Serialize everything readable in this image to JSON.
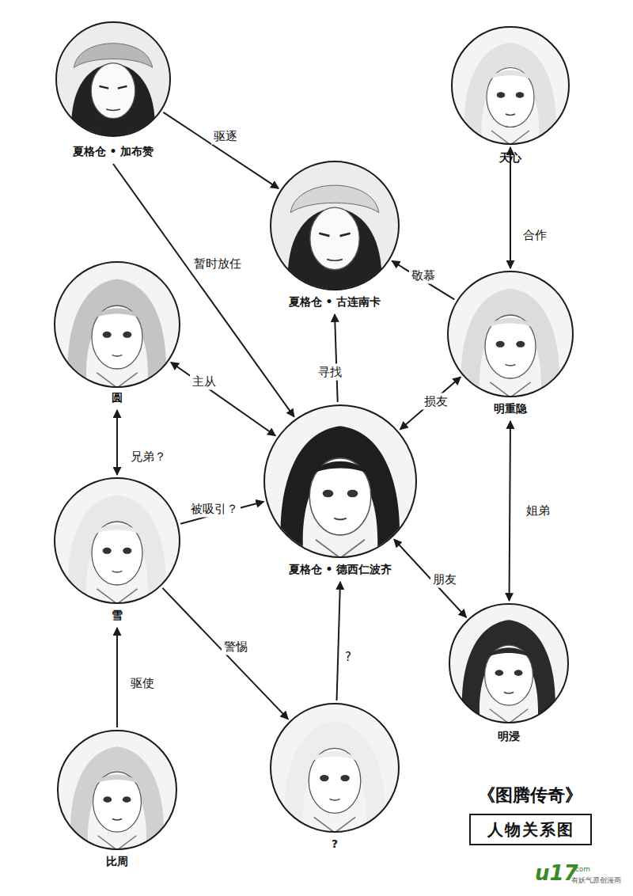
{
  "diagram": {
    "title": "《图腾传奇》",
    "nodes": [
      {
        "text": [
          "夏格仓 • 加布赞"
        ]
      },
      {
        "text": [
          "天心"
        ]
      },
      {
        "text": [
          "夏格仓 • 古连南卡"
        ]
      },
      {
        "text": [
          "圆"
        ]
      },
      {
        "text": [
          "明重隐"
        ]
      },
      {
        "text": [
          "夏格仓 • 德西仁波齐"
        ]
      },
      {
        "text": [
          "雪"
        ]
      },
      {
        "text": [
          "明浸"
        ]
      },
      {
        "text": [
          "比周"
        ]
      },
      {
        "text": [
          "?"
        ]
      },
      {
        "text": [
          "人物关系图"
        ]
      }
    ],
    "edges": [
      {
        "from": 0,
        "to": 2,
        "label": "驱逐",
        "arrow": "to"
      },
      {
        "from": 0,
        "to": 5,
        "label": "暂时放任",
        "arrow": "to"
      },
      {
        "from": 1,
        "to": 4,
        "label": "合作",
        "arrow": "both"
      },
      {
        "from": 4,
        "to": 2,
        "label": "敬慕",
        "arrow": "to"
      },
      {
        "from": 5,
        "to": 2,
        "label": "寻找",
        "arrow": "to"
      },
      {
        "from": 3,
        "to": 5,
        "label": "主从",
        "arrow": "both"
      },
      {
        "from": 5,
        "to": 4,
        "label": "损友",
        "arrow": "both"
      },
      {
        "from": 3,
        "to": 6,
        "label": "兄弟？",
        "arrow": "both"
      },
      {
        "from": 6,
        "to": 5,
        "label": "被吸引？",
        "arrow": "to"
      },
      {
        "from": 4,
        "to": 7,
        "label": "姐弟",
        "arrow": "both"
      },
      {
        "from": 5,
        "to": 7,
        "label": "朋友",
        "arrow": "both"
      },
      {
        "from": 6,
        "to": 9,
        "label": "警惕",
        "arrow": "to"
      },
      {
        "from": 9,
        "to": 5,
        "label": "?",
        "arrow": "to"
      },
      {
        "from": 8,
        "to": 6,
        "label": "驱使",
        "arrow": "to"
      }
    ],
    "labels": [
      "u17",
      ".com",
      "有妖气原创漫画"
    ]
  }
}
